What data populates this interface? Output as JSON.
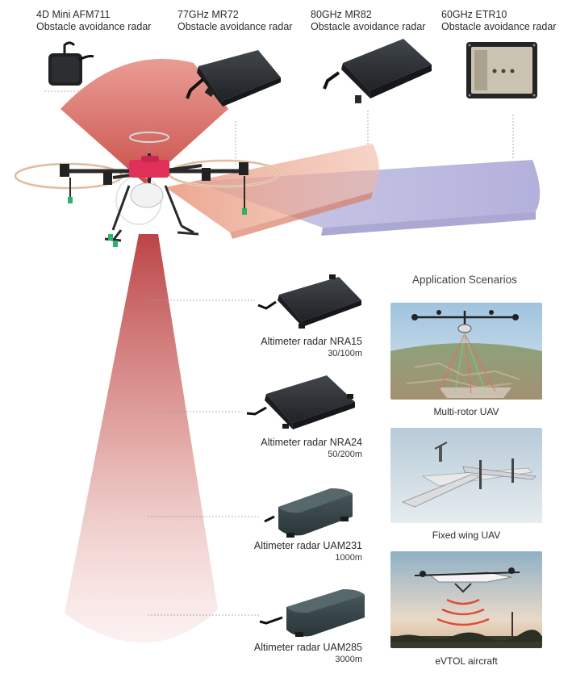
{
  "obstacle_radars": [
    {
      "model": "4D Mini AFM711",
      "type": "Obstacle avoidance radar"
    },
    {
      "model": "77GHz MR72",
      "type": "Obstacle avoidance radar"
    },
    {
      "model": "80GHz MR82",
      "type": "Obstacle avoidance radar"
    },
    {
      "model": "60GHz ETR10",
      "type": "Obstacle avoidance radar"
    }
  ],
  "altimeter_radars": [
    {
      "model": "Altimeter radar NRA15",
      "range": "30/100m"
    },
    {
      "model": "Altimeter radar NRA24",
      "range": "50/200m"
    },
    {
      "model": "Altimeter radar UAM231",
      "range": "1000m"
    },
    {
      "model": "Altimeter radar UAM285",
      "range": "3000m"
    }
  ],
  "scenarios": {
    "title": "Application Scenarios",
    "items": [
      {
        "caption": "Multi-rotor UAV"
      },
      {
        "caption": "Fixed wing UAV"
      },
      {
        "caption": "eVTOL aircraft"
      }
    ]
  },
  "colors": {
    "beam_red": "#c24a44",
    "beam_salmon": "#e79a82",
    "beam_lavender": "#a7a6d6",
    "device_dark": "#2b2e31",
    "drone_pink": "#e0305a",
    "leader_line": "#9a9a9a"
  }
}
